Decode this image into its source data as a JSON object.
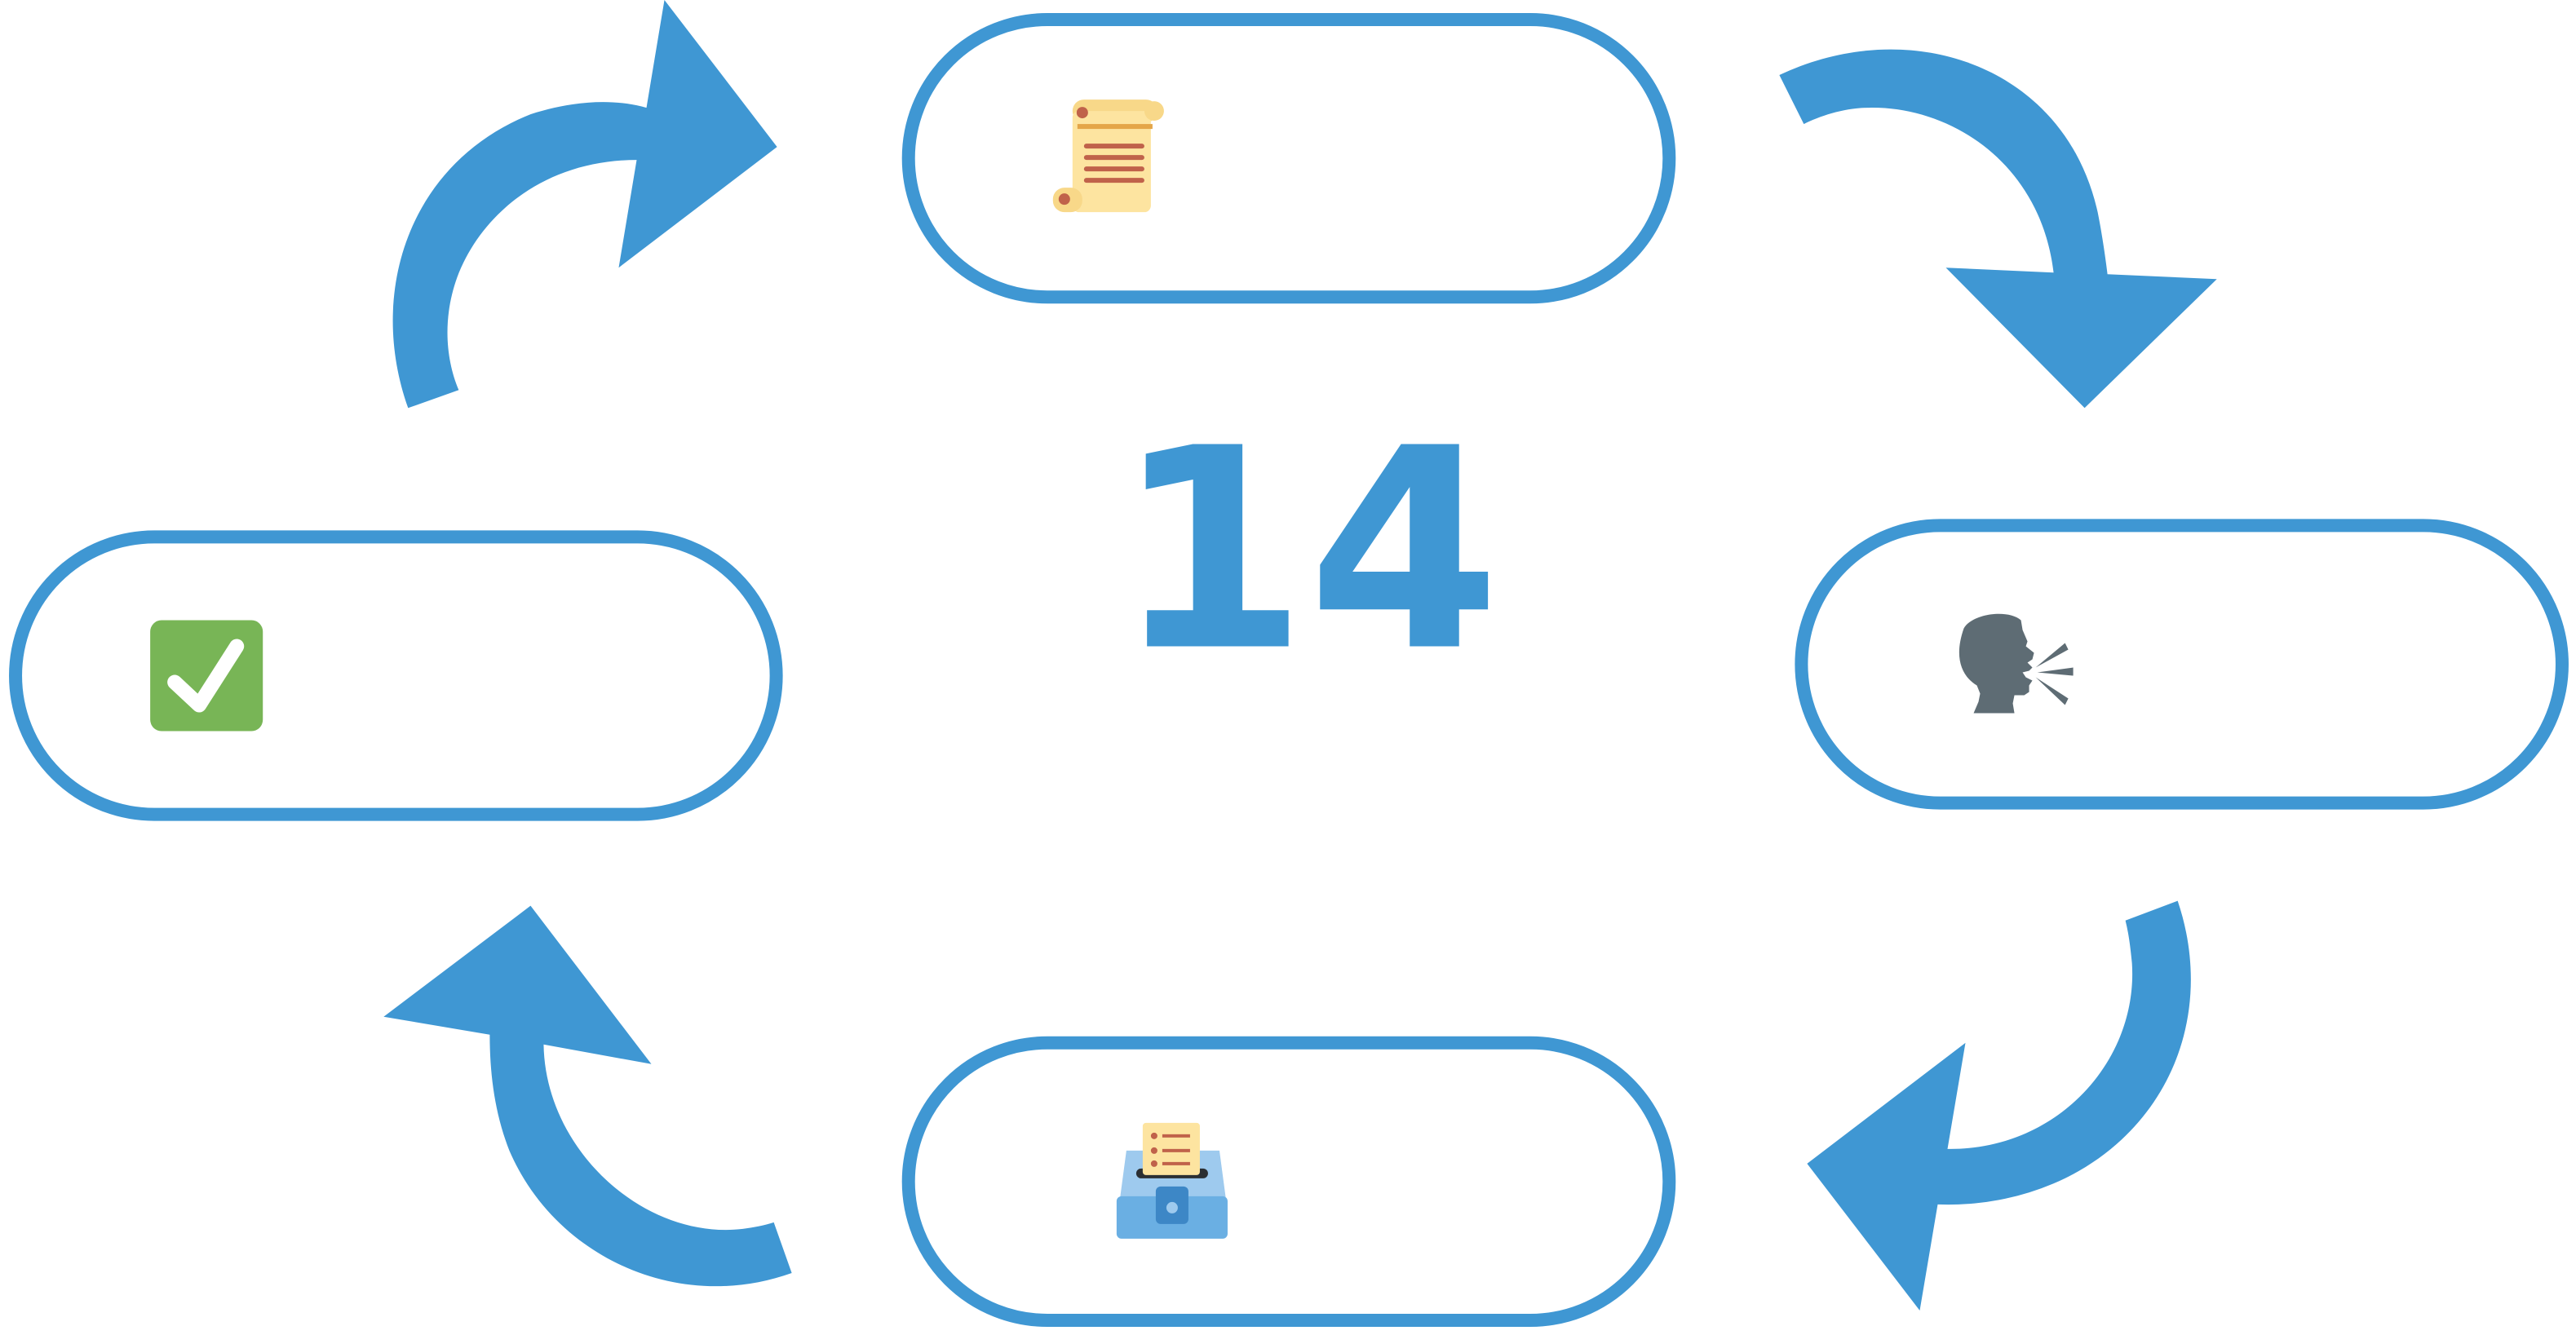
{
  "diagram": {
    "center_label": "14",
    "accent_color": "#3f97d3",
    "stages": [
      {
        "id": "proclamation",
        "icon": "scroll-icon"
      },
      {
        "id": "speech",
        "icon": "speaking-head-icon"
      },
      {
        "id": "ballot",
        "icon": "ballot-box-icon"
      },
      {
        "id": "approval",
        "icon": "checkbox-icon"
      }
    ],
    "cycle_direction": "clockwise"
  }
}
